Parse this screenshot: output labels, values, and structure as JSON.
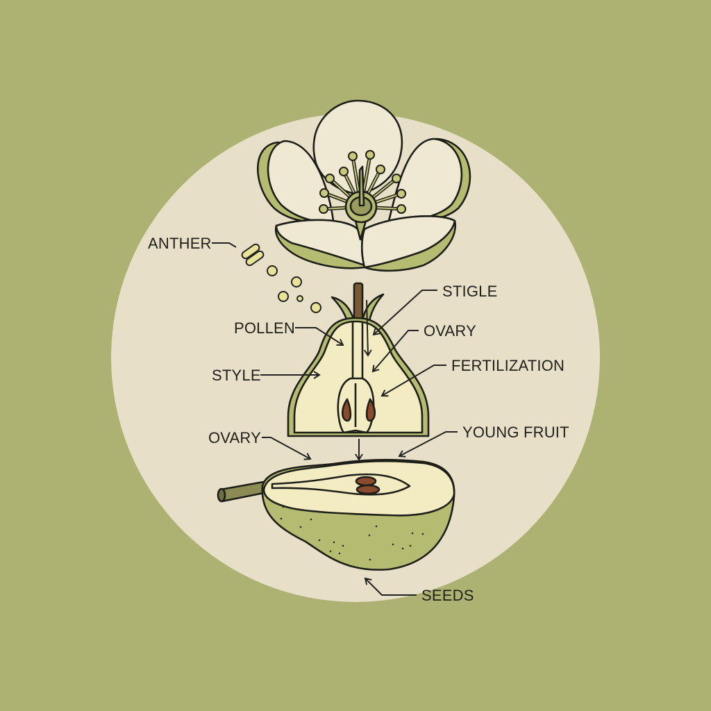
{
  "colors": {
    "background": "#adb273",
    "circle": "#e8dfc8",
    "petal": "#efe8d3",
    "green": "#b6bb72",
    "flesh": "#f3ecc2",
    "seed": "#8a4a2c",
    "stem": "#7a5a34"
  },
  "labels": {
    "anther": "ANTHER",
    "pollen": "POLLEN",
    "style": "STYLE",
    "stigle": "STIGLE",
    "ovary_right": "OVARY",
    "fertilization": "FERTILIZATION",
    "ovary_left": "OVARY",
    "young_fruit": "YOUNG FRUIT",
    "seeds": "SEEDS"
  }
}
